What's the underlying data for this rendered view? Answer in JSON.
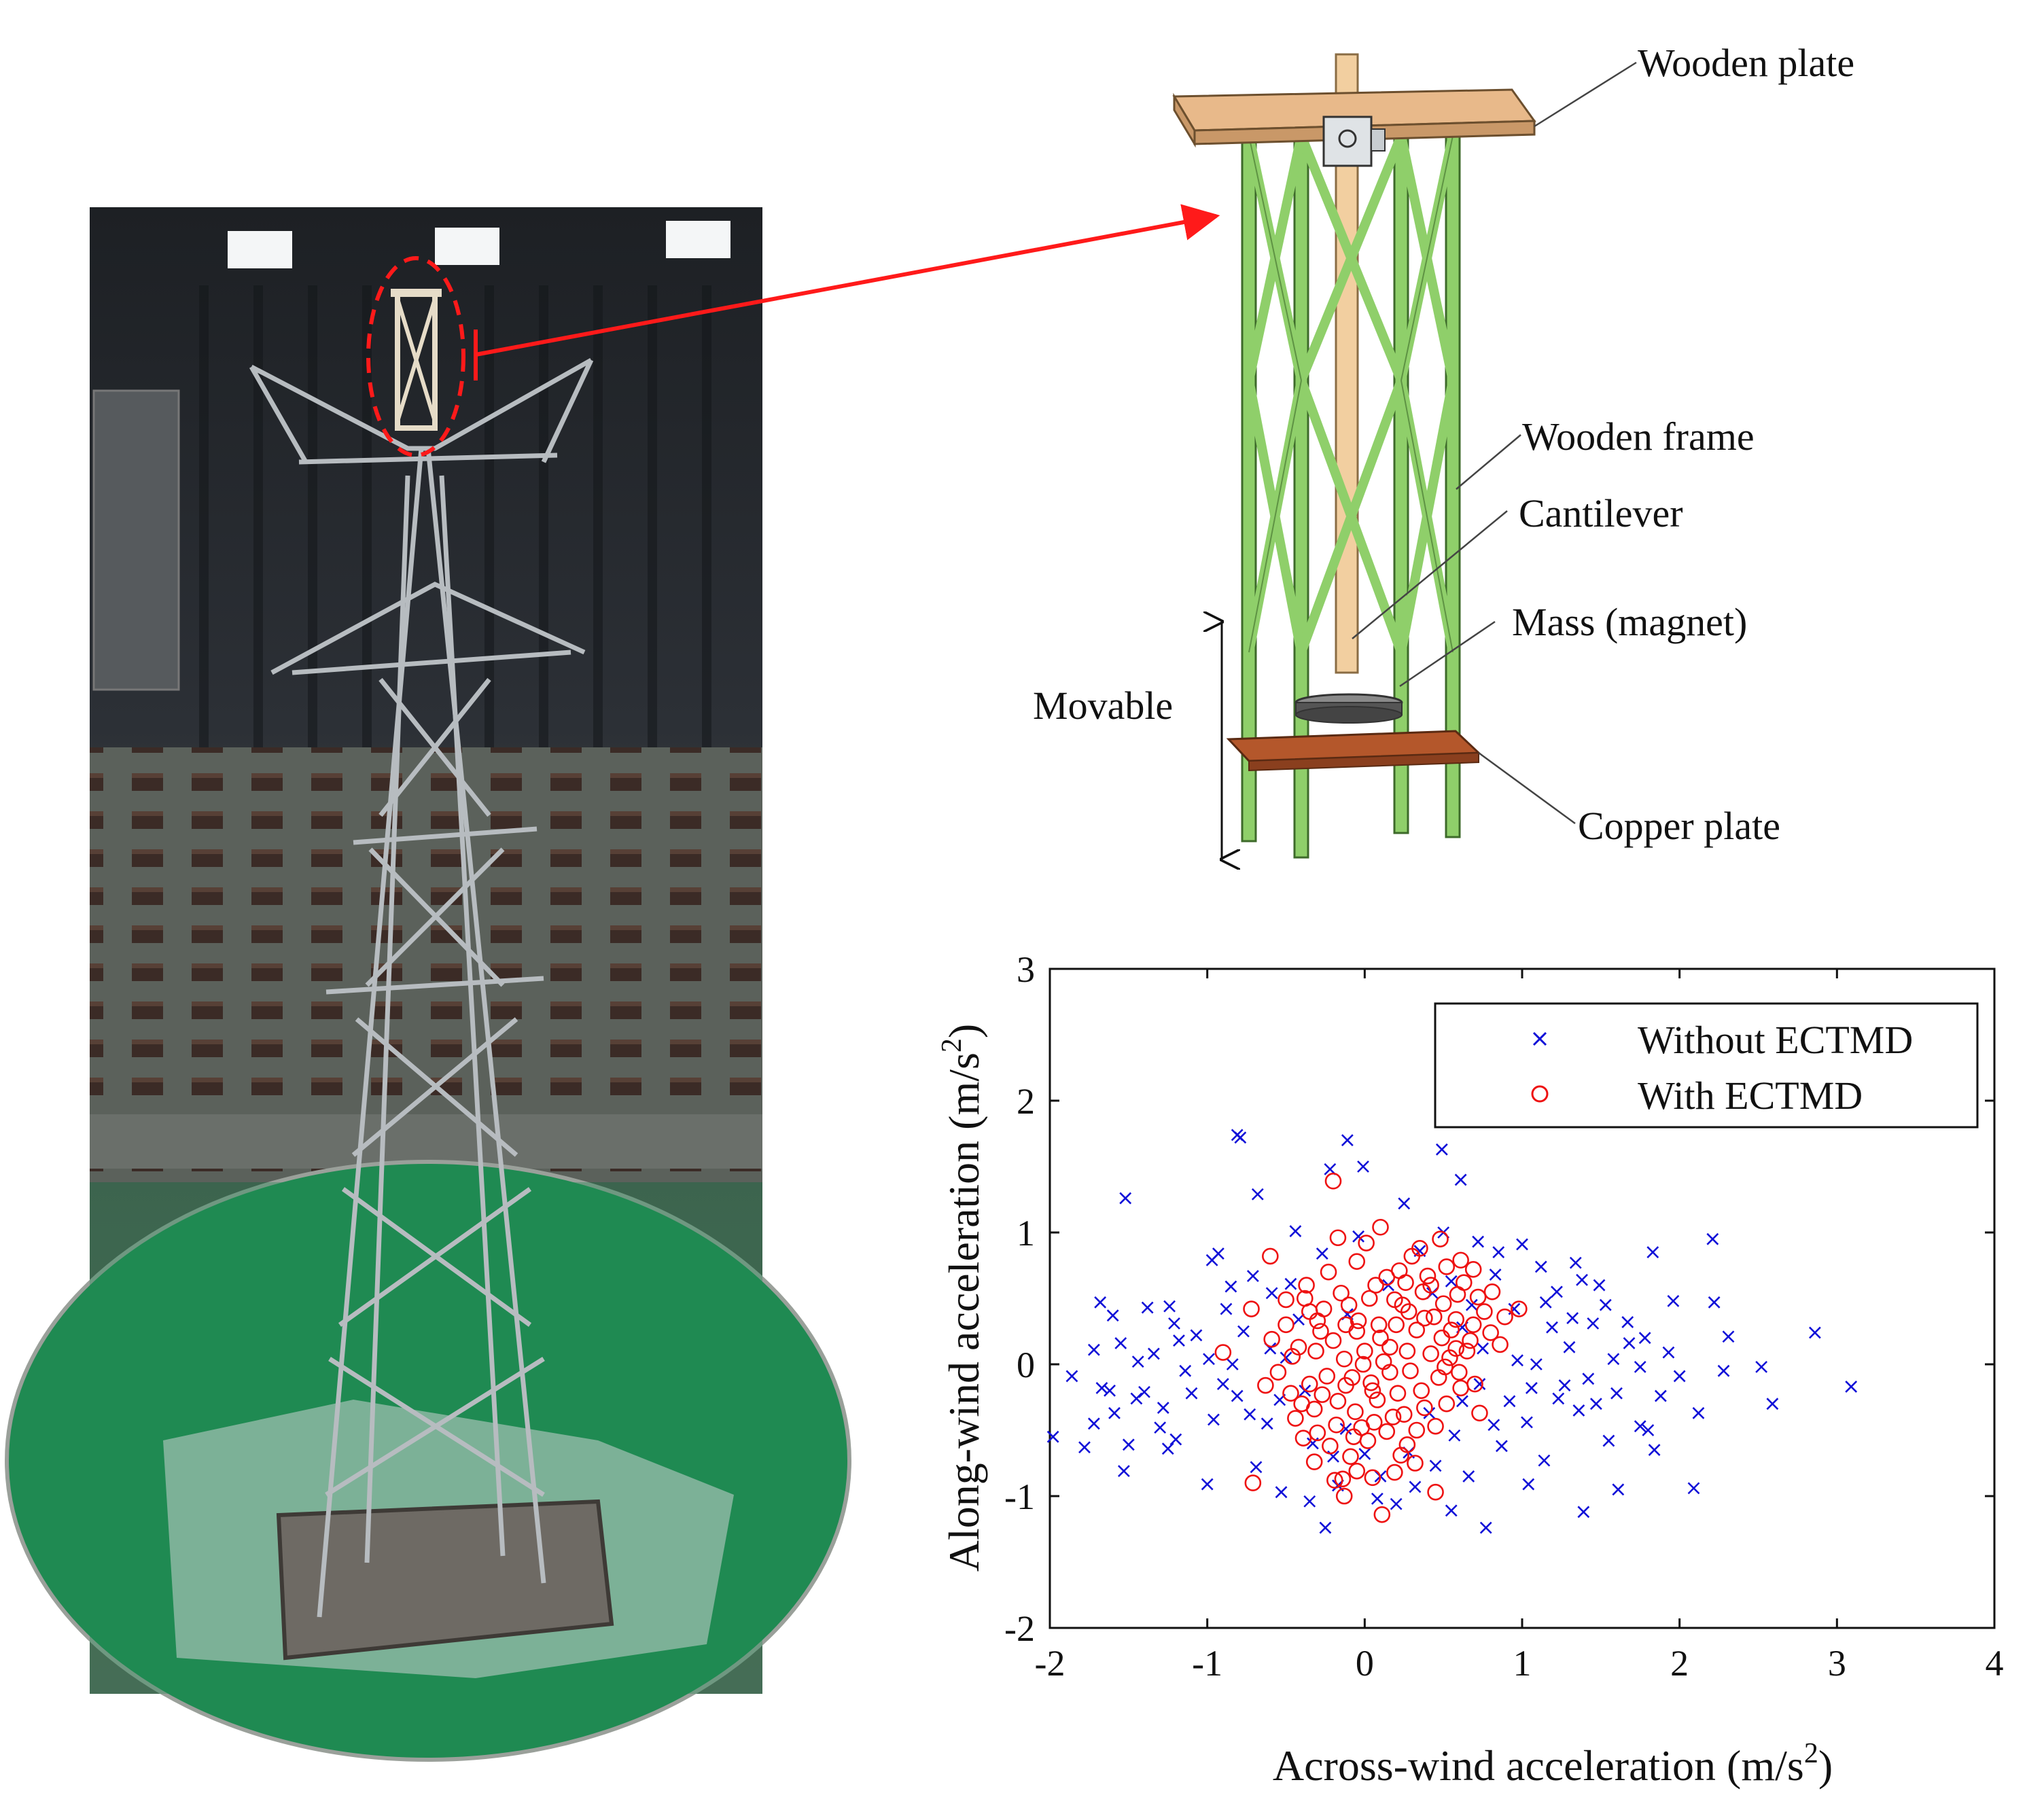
{
  "figure": {
    "background": "#ffffff",
    "arrow_color": "#ff1a1a",
    "diagram": {
      "labels": {
        "wooden_plate": "Wooden plate",
        "wooden_frame": "Wooden frame",
        "cantilever": "Cantilever",
        "mass": "Mass (magnet)",
        "movable": "Movable",
        "copper_plate": "Copper plate"
      },
      "colors": {
        "wood": "#e8b98a",
        "frame": "#8fcf6a",
        "copper": "#b4572b",
        "magnet": "#666666",
        "cantilever": "#f2cfa0"
      }
    }
  },
  "chart_data": {
    "type": "scatter",
    "title": "",
    "xlabel": "Across-wind acceleration (m/s",
    "ylabel": "Along-wind acceleration (m/s",
    "label_superscript": "2",
    "label_close": ")",
    "xlim": [
      -2,
      4
    ],
    "ylim": [
      -2,
      3
    ],
    "xticks": [
      "-2",
      "-1",
      "0",
      "1",
      "2",
      "3",
      "4"
    ],
    "yticks": [
      "-2",
      "-1",
      "0",
      "1",
      "2",
      "3"
    ],
    "grid": false,
    "legend_position": "top-right",
    "series": [
      {
        "name": "Without ECTMD",
        "marker": "x",
        "color": "#1010d8",
        "points": [
          [
            -0.81,
            1.74
          ],
          [
            -0.79,
            1.72
          ],
          [
            -0.11,
            1.7
          ],
          [
            0.49,
            1.63
          ],
          [
            -0.01,
            1.5
          ],
          [
            -0.22,
            1.48
          ],
          [
            -0.68,
            1.29
          ],
          [
            -1.52,
            1.26
          ],
          [
            0.61,
            1.4
          ],
          [
            2.21,
            0.95
          ],
          [
            1.83,
            0.85
          ],
          [
            1.34,
            0.77
          ],
          [
            1.0,
            0.91
          ],
          [
            0.72,
            0.93
          ],
          [
            1.49,
            0.6
          ],
          [
            2.22,
            0.47
          ],
          [
            2.86,
            0.24
          ],
          [
            3.09,
            -0.17
          ],
          [
            2.59,
            -0.3
          ],
          [
            2.28,
            -0.05
          ],
          [
            2.09,
            -0.94
          ],
          [
            1.84,
            -0.65
          ],
          [
            1.75,
            -0.47
          ],
          [
            1.61,
            -0.95
          ],
          [
            1.39,
            -1.12
          ],
          [
            1.36,
            -0.35
          ],
          [
            1.14,
            -0.73
          ],
          [
            1.04,
            -0.91
          ],
          [
            0.77,
            -1.24
          ],
          [
            0.55,
            -1.11
          ],
          [
            -0.25,
            -1.24
          ],
          [
            -0.53,
            -0.97
          ],
          [
            -0.69,
            -0.78
          ],
          [
            -1.0,
            -0.91
          ],
          [
            -1.53,
            -0.81
          ],
          [
            -1.78,
            -0.63
          ],
          [
            -1.98,
            -0.55
          ],
          [
            -1.67,
            -0.18
          ],
          [
            -1.68,
            0.47
          ],
          [
            -1.38,
            0.43
          ],
          [
            -1.24,
            0.44
          ],
          [
            -1.21,
            0.31
          ],
          [
            -0.97,
            0.79
          ],
          [
            -0.93,
            0.84
          ],
          [
            -0.88,
            0.42
          ],
          [
            -0.84,
            0.0
          ],
          [
            -0.59,
            0.54
          ],
          [
            -0.54,
            -0.27
          ],
          [
            -0.42,
            0.34
          ],
          [
            -0.38,
            -0.2
          ],
          [
            -0.33,
            -0.6
          ],
          [
            -0.12,
            -0.49
          ],
          [
            0.1,
            -0.85
          ],
          [
            0.2,
            -1.06
          ],
          [
            0.32,
            -0.93
          ],
          [
            0.45,
            -0.77
          ],
          [
            0.66,
            -0.85
          ],
          [
            0.82,
            -0.46
          ],
          [
            0.92,
            -0.28
          ],
          [
            1.09,
            0.0
          ],
          [
            1.19,
            0.28
          ],
          [
            1.27,
            -0.16
          ],
          [
            1.45,
            0.31
          ],
          [
            1.58,
            0.04
          ],
          [
            1.67,
            0.32
          ],
          [
            1.75,
            -0.02
          ],
          [
            1.93,
            0.09
          ],
          [
            2.0,
            -0.09
          ],
          [
            1.42,
            -0.11
          ],
          [
            1.22,
            0.55
          ],
          [
            0.95,
            0.42
          ],
          [
            0.83,
            0.68
          ],
          [
            0.75,
            0.12
          ],
          [
            0.62,
            -0.28
          ],
          [
            0.55,
            0.63
          ],
          [
            0.35,
            0.86
          ],
          [
            0.25,
            1.22
          ],
          [
            -0.44,
            1.01
          ],
          [
            -0.6,
            0.12
          ],
          [
            -0.73,
            -0.38
          ],
          [
            -0.9,
            -0.15
          ],
          [
            -1.1,
            -0.22
          ],
          [
            -1.28,
            -0.33
          ],
          [
            -1.44,
            0.02
          ],
          [
            -1.59,
            -0.37
          ],
          [
            -1.72,
            0.11
          ],
          [
            -1.5,
            -0.61
          ],
          [
            -1.3,
            -0.48
          ],
          [
            -1.07,
            0.22
          ],
          [
            -0.77,
            0.25
          ],
          [
            -0.27,
            0.84
          ],
          [
            -0.17,
            -0.92
          ],
          [
            0.15,
            0.6
          ],
          [
            0.41,
            -0.37
          ],
          [
            0.87,
            -0.62
          ],
          [
            1.55,
            -0.58
          ],
          [
            1.8,
            -0.5
          ],
          [
            1.12,
            0.74
          ],
          [
            -0.35,
            -1.04
          ],
          [
            0.0,
            -0.68
          ],
          [
            -1.14,
            -0.05
          ],
          [
            -0.96,
            -0.42
          ],
          [
            -1.62,
            -0.2
          ],
          [
            -1.34,
            0.08
          ],
          [
            0.68,
            0.45
          ],
          [
            1.03,
            -0.44
          ],
          [
            2.52,
            -0.02
          ],
          [
            1.68,
            0.16
          ],
          [
            1.3,
            0.13
          ],
          [
            -0.47,
            0.61
          ],
          [
            -0.11,
            0.38
          ],
          [
            -0.62,
            -0.45
          ],
          [
            0.85,
            0.85
          ],
          [
            1.38,
            0.64
          ],
          [
            2.12,
            -0.37
          ],
          [
            1.96,
            0.48
          ],
          [
            1.23,
            -0.26
          ],
          [
            0.97,
            0.03
          ],
          [
            -1.45,
            -0.26
          ],
          [
            -1.86,
            -0.09
          ],
          [
            -1.55,
            0.16
          ],
          [
            -1.18,
            0.18
          ],
          [
            -0.71,
            0.67
          ],
          [
            0.28,
            -0.67
          ],
          [
            0.5,
            1.0
          ],
          [
            1.06,
            -0.18
          ],
          [
            1.6,
            -0.22
          ],
          [
            1.78,
            0.2
          ],
          [
            -1.25,
            -0.64
          ],
          [
            -0.81,
            -0.24
          ],
          [
            -0.5,
            0.05
          ],
          [
            -0.04,
            0.97
          ],
          [
            0.08,
            -1.02
          ],
          [
            0.62,
            0.28
          ],
          [
            1.47,
            -0.3
          ],
          [
            1.53,
            0.45
          ],
          [
            -1.6,
            0.37
          ],
          [
            -1.2,
            -0.57
          ],
          [
            -0.85,
            0.59
          ],
          [
            -0.2,
            -0.7
          ],
          [
            0.43,
            0.54
          ],
          [
            0.73,
            -0.15
          ],
          [
            1.15,
            0.47
          ],
          [
            1.88,
            -0.24
          ],
          [
            2.31,
            0.21
          ],
          [
            -1.4,
            -0.21
          ],
          [
            -1.72,
            -0.45
          ],
          [
            -0.99,
            0.04
          ],
          [
            0.57,
            -0.54
          ],
          [
            1.32,
            0.35
          ]
        ]
      },
      {
        "name": "With ECTMD",
        "marker": "o",
        "color": "#ee1111",
        "points": [
          [
            -0.2,
            1.39
          ],
          [
            -0.17,
            0.96
          ],
          [
            -0.23,
            0.7
          ],
          [
            -0.05,
            0.78
          ],
          [
            0.01,
            0.92
          ],
          [
            0.1,
            1.04
          ],
          [
            0.22,
            0.71
          ],
          [
            0.35,
            0.88
          ],
          [
            0.48,
            0.95
          ],
          [
            0.61,
            0.79
          ],
          [
            0.69,
            0.72
          ],
          [
            0.59,
            0.53
          ],
          [
            0.72,
            0.51
          ],
          [
            0.8,
            0.24
          ],
          [
            0.98,
            0.42
          ],
          [
            0.67,
            0.18
          ],
          [
            0.73,
            -0.37
          ],
          [
            0.61,
            -0.18
          ],
          [
            0.45,
            -0.97
          ],
          [
            0.27,
            -0.61
          ],
          [
            0.23,
            -0.69
          ],
          [
            0.11,
            -1.14
          ],
          [
            0.05,
            -0.86
          ],
          [
            -0.05,
            -0.81
          ],
          [
            -0.13,
            -1.0
          ],
          [
            -0.14,
            -0.87
          ],
          [
            -0.32,
            -0.74
          ],
          [
            -0.71,
            -0.9
          ],
          [
            -0.39,
            -0.56
          ],
          [
            -0.47,
            -0.22
          ],
          [
            -0.63,
            -0.16
          ],
          [
            -0.9,
            0.09
          ],
          [
            -0.59,
            0.19
          ],
          [
            -0.72,
            0.42
          ],
          [
            -0.5,
            0.49
          ],
          [
            -0.6,
            0.82
          ],
          [
            -0.38,
            0.5
          ],
          [
            -0.3,
            0.33
          ],
          [
            -0.31,
            0.1
          ],
          [
            -0.27,
            -0.23
          ],
          [
            -0.18,
            -0.46
          ],
          [
            -0.08,
            -0.1
          ],
          [
            0.0,
            0.1
          ],
          [
            0.09,
            0.3
          ],
          [
            0.16,
            0.13
          ],
          [
            0.24,
            0.45
          ],
          [
            0.33,
            0.26
          ],
          [
            0.42,
            0.08
          ],
          [
            0.51,
            -0.02
          ],
          [
            0.55,
            0.26
          ],
          [
            0.38,
            -0.33
          ],
          [
            0.29,
            -0.05
          ],
          [
            0.18,
            -0.4
          ],
          [
            0.08,
            -0.27
          ],
          [
            -0.02,
            -0.48
          ],
          [
            -0.12,
            -0.16
          ],
          [
            -0.2,
            0.18
          ],
          [
            -0.1,
            0.45
          ],
          [
            0.03,
            0.5
          ],
          [
            0.14,
            0.66
          ],
          [
            0.26,
            0.62
          ],
          [
            0.37,
            0.55
          ],
          [
            0.44,
            0.36
          ],
          [
            0.5,
            0.46
          ],
          [
            0.58,
            0.34
          ],
          [
            0.65,
            0.1
          ],
          [
            0.52,
            -0.3
          ],
          [
            0.45,
            -0.47
          ],
          [
            0.33,
            -0.5
          ],
          [
            0.21,
            -0.22
          ],
          [
            0.12,
            0.02
          ],
          [
            0.04,
            -0.14
          ],
          [
            -0.05,
            0.25
          ],
          [
            -0.13,
            0.04
          ],
          [
            -0.24,
            -0.09
          ],
          [
            -0.35,
            -0.15
          ],
          [
            -0.42,
            0.13
          ],
          [
            -0.5,
            0.3
          ],
          [
            -0.44,
            -0.41
          ],
          [
            -0.32,
            -0.34
          ],
          [
            -0.22,
            -0.62
          ],
          [
            -0.09,
            -0.7
          ],
          [
            0.02,
            -0.58
          ],
          [
            0.14,
            -0.51
          ],
          [
            0.25,
            -0.38
          ],
          [
            0.36,
            -0.2
          ],
          [
            0.47,
            -0.1
          ],
          [
            0.58,
            0.12
          ],
          [
            0.69,
            0.3
          ],
          [
            0.86,
            0.15
          ],
          [
            0.76,
            0.4
          ],
          [
            0.63,
            0.62
          ],
          [
            0.52,
            0.74
          ],
          [
            0.4,
            0.67
          ],
          [
            0.3,
            0.82
          ],
          [
            0.19,
            0.49
          ],
          [
            0.07,
            0.6
          ],
          [
            -0.04,
            0.33
          ],
          [
            -0.15,
            0.54
          ],
          [
            -0.26,
            0.42
          ],
          [
            -0.37,
            0.6
          ],
          [
            -0.46,
            0.06
          ],
          [
            -0.55,
            -0.06
          ],
          [
            -0.28,
            0.25
          ],
          [
            -0.17,
            -0.28
          ],
          [
            -0.06,
            -0.36
          ],
          [
            0.05,
            -0.2
          ],
          [
            0.16,
            -0.06
          ],
          [
            0.27,
            0.1
          ],
          [
            0.38,
            0.35
          ],
          [
            0.49,
            0.2
          ],
          [
            0.6,
            -0.06
          ],
          [
            0.7,
            -0.15
          ],
          [
            0.32,
            -0.75
          ],
          [
            0.19,
            -0.82
          ],
          [
            0.06,
            -0.44
          ],
          [
            -0.07,
            -0.55
          ],
          [
            -0.19,
            -0.88
          ],
          [
            -0.3,
            -0.52
          ],
          [
            -0.4,
            -0.3
          ],
          [
            0.89,
            0.36
          ],
          [
            0.81,
            0.55
          ],
          [
            0.28,
            0.4
          ],
          [
            0.1,
            0.2
          ],
          [
            -0.01,
            0.0
          ],
          [
            -0.12,
            0.3
          ],
          [
            0.2,
            0.3
          ],
          [
            0.42,
            0.6
          ],
          [
            0.54,
            0.05
          ],
          [
            -0.35,
            0.4
          ]
        ]
      }
    ]
  }
}
